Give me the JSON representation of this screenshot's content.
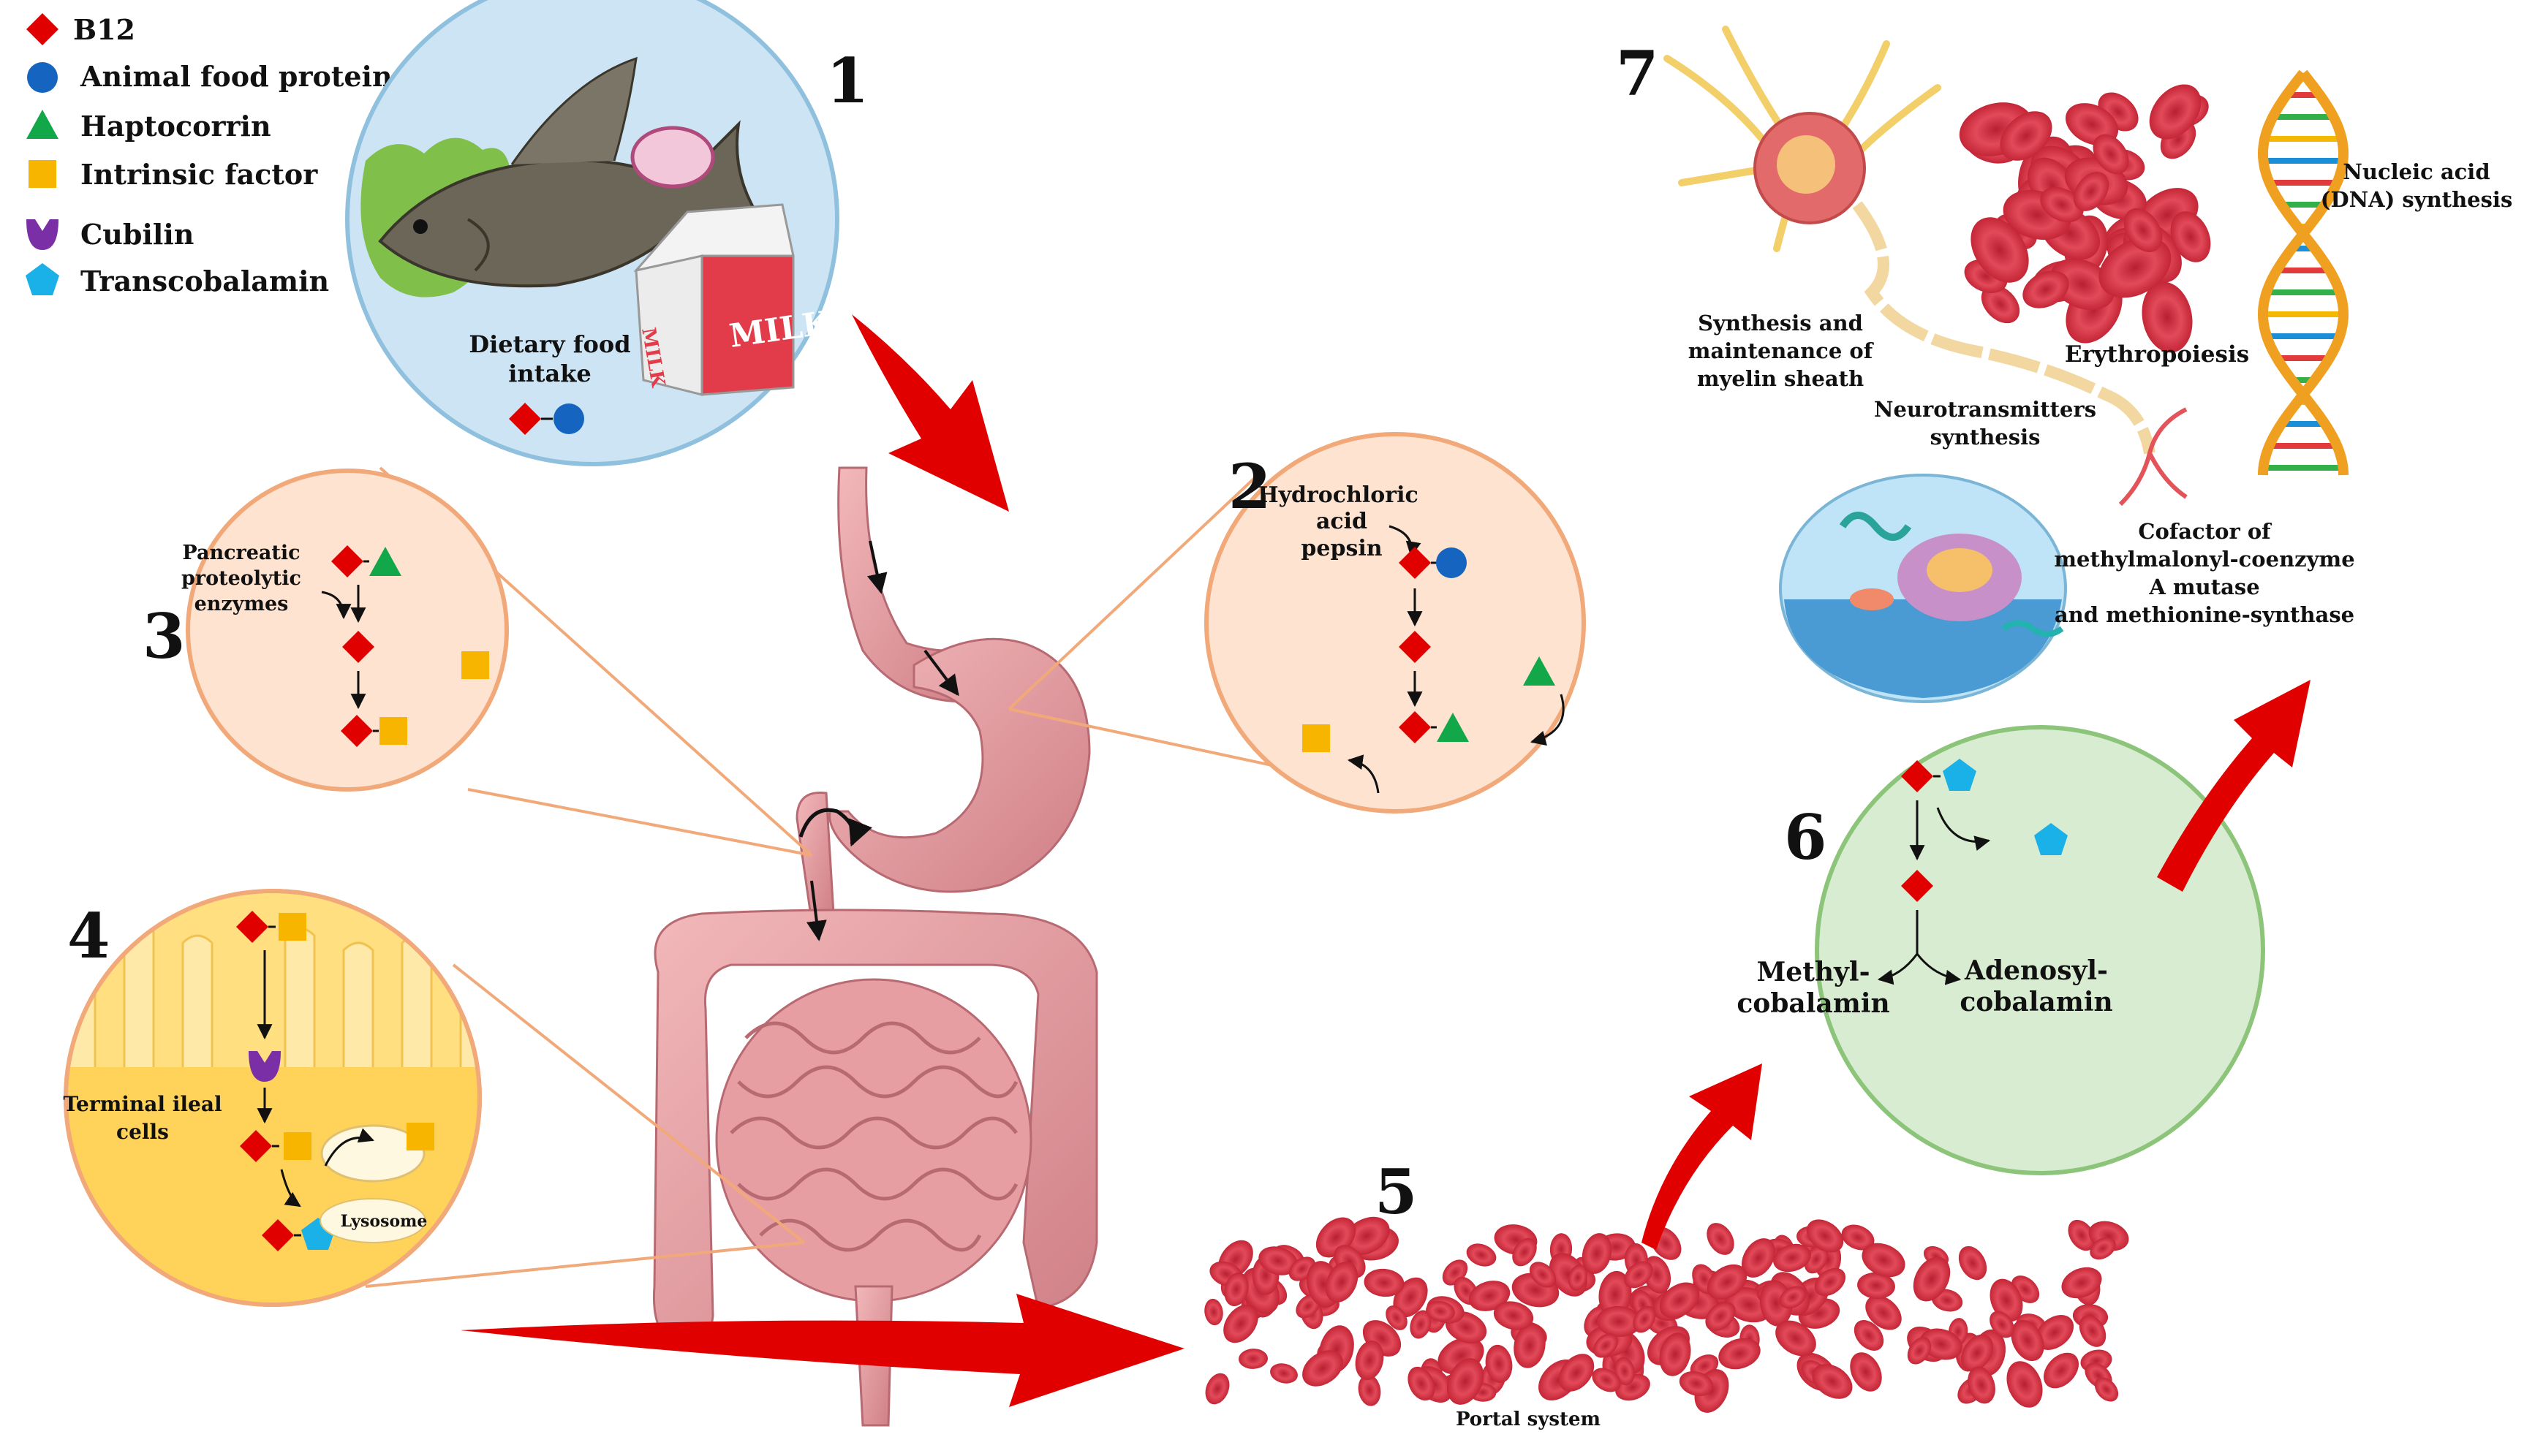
{
  "legend": [
    {
      "label": "B12",
      "shape": "diamond",
      "color": "#e00000"
    },
    {
      "label": "Animal food  proteins",
      "shape": "circle",
      "color": "#1565c0"
    },
    {
      "label": "Haptocorrin",
      "shape": "triangle",
      "color": "#12a84a"
    },
    {
      "label": "Intrinsic factor",
      "shape": "square",
      "color": "#f7b500"
    },
    {
      "label": "Cubilin",
      "shape": "cup",
      "color": "#7b2fa6"
    },
    {
      "label": "Transcobalamin",
      "shape": "pentagon",
      "color": "#1ab1e8"
    }
  ],
  "steps": {
    "s1": {
      "number": "1",
      "caption_l1": "Dietary food",
      "caption_l2": "intake",
      "milk": "MILK",
      "milk_small": "MILK"
    },
    "s2": {
      "number": "2",
      "l1": "Hydrochloric",
      "l2": "acid",
      "l3": "pepsin"
    },
    "s3": {
      "number": "3",
      "l1": "Pancreatic",
      "l2": "proteolytic",
      "l3": "enzymes"
    },
    "s4": {
      "number": "4",
      "l1": "Terminal ileal",
      "l2": "cells",
      "lysosome": "Lysosome"
    },
    "s5": {
      "number": "5",
      "caption": "Portal system"
    },
    "s6": {
      "number": "6",
      "left_l1": "Methyl-",
      "left_l2": "cobalamin",
      "right_l1": "Adenosyl-",
      "right_l2": "cobalamin"
    },
    "s7": {
      "number": "7",
      "myelin_l1": "Synthesis and",
      "myelin_l2": "maintenance of",
      "myelin_l3": "myelin sheath",
      "erythro": "Erythropoiesis",
      "nucleic_l1": "Nucleic acid",
      "nucleic_l2": "(DNA) synthesis",
      "neuro_l1": "Neurotransmitters",
      "neuro_l2": "synthesis",
      "cof_l1": "Cofactor  of",
      "cof_l2": "methylmalonyl-coenzyme",
      "cof_l3": "A mutase",
      "cof_l4": "and methionine-synthase"
    }
  },
  "colors": {
    "arrow_red": "#e00000",
    "zoom_fill": "#fde3d0",
    "zoom_stroke": "#f2a97a",
    "step1_fill": "#cce4f3",
    "step6_fill": "#d7ecd0",
    "step6_stroke": "#8cc47a",
    "gut_pink": "#e8a0a4",
    "ileal_yellow": "#ffd766",
    "rbc": "#e0384a"
  },
  "icons": [
    "fish-icon",
    "milk-carton-icon",
    "digestive-system-icon",
    "red-blood-cells-icon",
    "neuron-icon",
    "dna-helix-icon",
    "cell-organelle-icon"
  ]
}
